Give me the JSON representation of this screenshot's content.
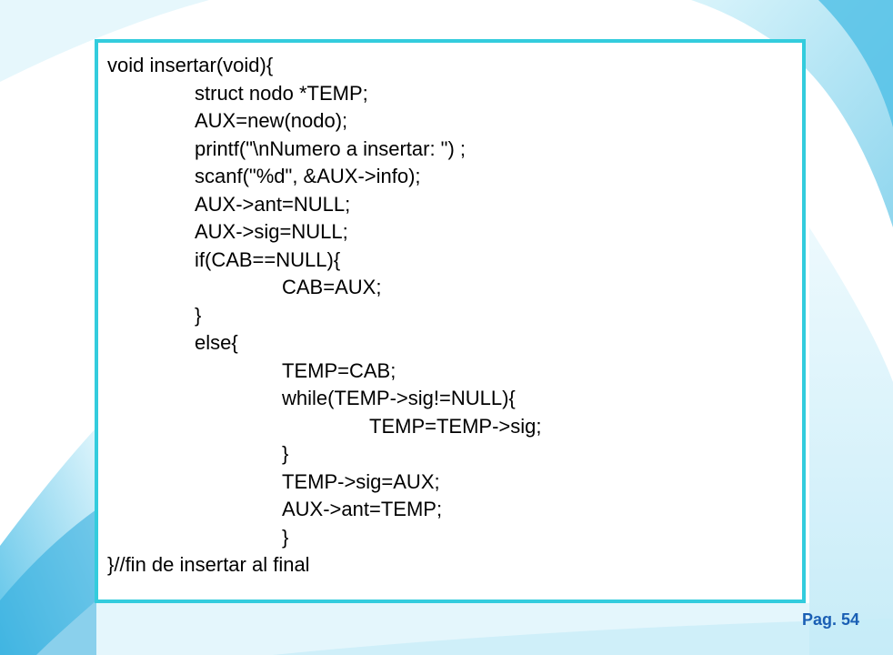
{
  "slide": {
    "code_lines": [
      {
        "text": "void insertar(void){",
        "indent": 0
      },
      {
        "text": "struct nodo *TEMP;",
        "indent": 1
      },
      {
        "text": "AUX=new(nodo);",
        "indent": 1
      },
      {
        "text": "printf(\"\\nNumero a insertar: \") ;",
        "indent": 1
      },
      {
        "text": "scanf(\"%d\", &AUX->info);",
        "indent": 1
      },
      {
        "text": "AUX->ant=NULL;",
        "indent": 1
      },
      {
        "text": "AUX->sig=NULL;",
        "indent": 1
      },
      {
        "text": "if(CAB==NULL){",
        "indent": 1
      },
      {
        "text": "CAB=AUX;",
        "indent": 2
      },
      {
        "text": "}",
        "indent": 1
      },
      {
        "text": "else{",
        "indent": 1
      },
      {
        "text": "TEMP=CAB;",
        "indent": 2
      },
      {
        "text": "while(TEMP->sig!=NULL){",
        "indent": 2
      },
      {
        "text": "TEMP=TEMP->sig;",
        "indent": 3
      },
      {
        "text": "}",
        "indent": 2
      },
      {
        "text": "TEMP->sig=AUX;",
        "indent": 2
      },
      {
        "text": "AUX->ant=TEMP;",
        "indent": 2
      },
      {
        "text": "}",
        "indent": 2
      },
      {
        "text": "}//fin de insertar al final",
        "indent": 0
      }
    ],
    "page_label": "Pag. 54"
  },
  "colors": {
    "frame_border": "#33ccdd",
    "page_label": "#1a5fb4",
    "background_accent": "#bfeaf7"
  }
}
